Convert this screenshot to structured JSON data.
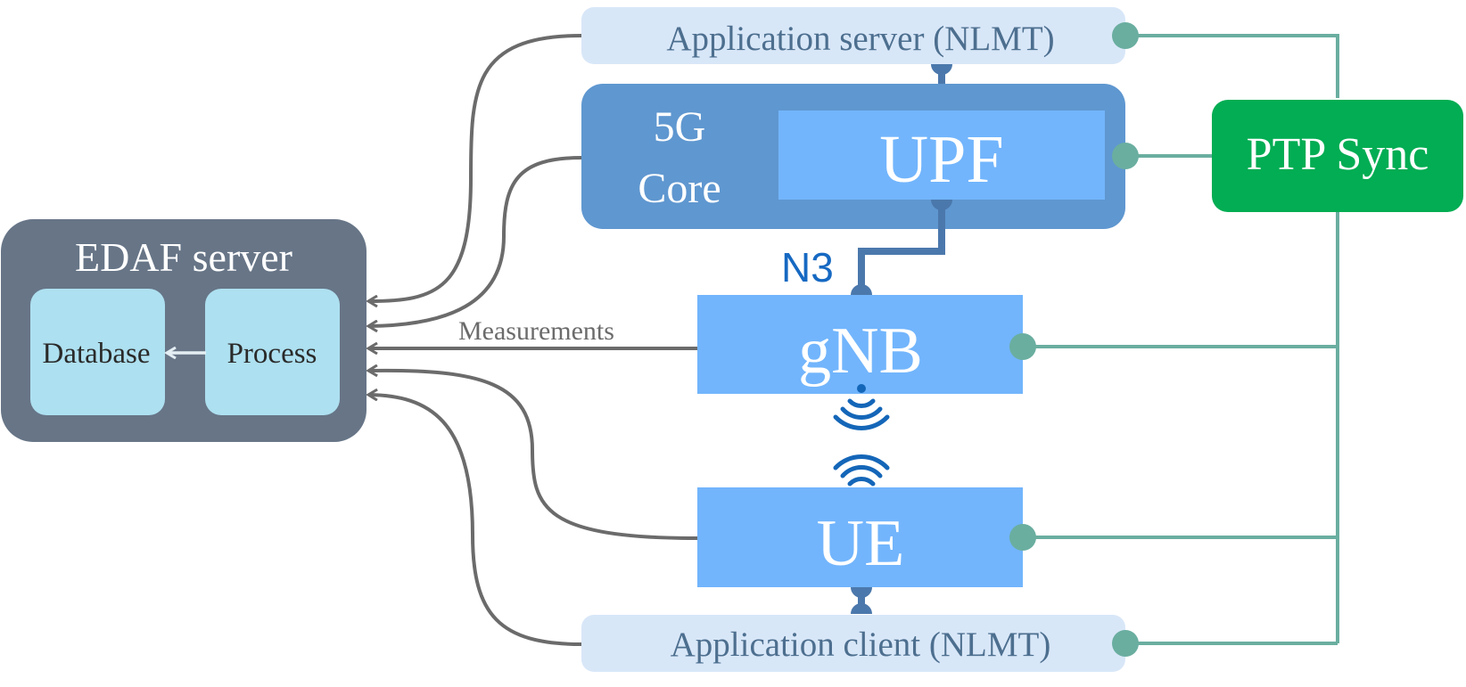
{
  "edaf": {
    "title": "EDAF server",
    "database_label": "Database",
    "process_label": "Process"
  },
  "app_server": {
    "label": "Application server (NLMT)"
  },
  "core": {
    "label_line1": "5G",
    "label_line2": "Core",
    "upf_label": "UPF"
  },
  "ptp": {
    "label": "PTP Sync"
  },
  "gnb": {
    "label": "gNB"
  },
  "ue": {
    "label": "UE"
  },
  "app_client": {
    "label": "Application client (NLMT)"
  },
  "links": {
    "n3_label": "N3",
    "measurements_label": "Measurements"
  },
  "colors": {
    "edaf_bg": "#677587",
    "edaf_inner": "#ade0f0",
    "app_box": "#d8e7f8",
    "app_text": "#4d6f8f",
    "core_bg": "#5f97d0",
    "upf_bg": "#72b5fc",
    "node_bg": "#72b5fc",
    "ptp_bg": "#02ad53",
    "sync_line": "#6aaea0",
    "arrow_gray": "#6b6b6b",
    "interface_blue": "#4b78ac",
    "n3_text": "#1669c2",
    "wifi_blue": "#1466b8"
  }
}
